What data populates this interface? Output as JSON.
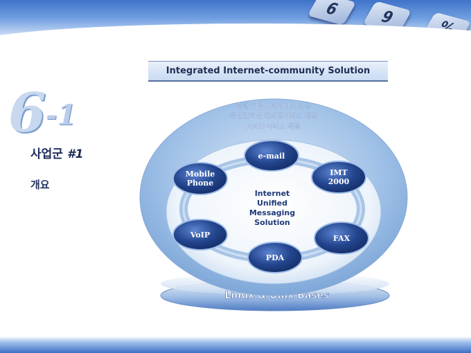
{
  "slide": {
    "number_main": "6",
    "number_sub": "-1",
    "section_label": "사업군",
    "section_number": "#1",
    "subtitle": "개요",
    "banner": "Integrated Internet-community Solution",
    "features": [
      "종합 커뮤니티서비스 제공",
      "무선인터넷 메세징서비스 제공",
      "AMSP서비스 제공"
    ],
    "center_label": [
      "Internet",
      "Unified",
      "Messaging",
      "Solution"
    ],
    "nodes": [
      {
        "id": "email",
        "label": [
          "e-mail"
        ]
      },
      {
        "id": "imt2000",
        "label": [
          "IMT",
          "2000"
        ]
      },
      {
        "id": "fax",
        "label": [
          "FAX"
        ]
      },
      {
        "id": "pda",
        "label": [
          "PDA"
        ]
      },
      {
        "id": "voip",
        "label": [
          "VoIP"
        ]
      },
      {
        "id": "mobile",
        "label": [
          "Mobile",
          "Phone"
        ]
      }
    ],
    "base_label": "Linux & Unix Bases"
  },
  "keypad": [
    "6",
    "9",
    "%"
  ],
  "colors": {
    "node_fill": "#1f3f8f",
    "ring": "#a8c5e6",
    "outer_ellipse": "#8fb3de",
    "banner_text": "#1f2f55"
  }
}
